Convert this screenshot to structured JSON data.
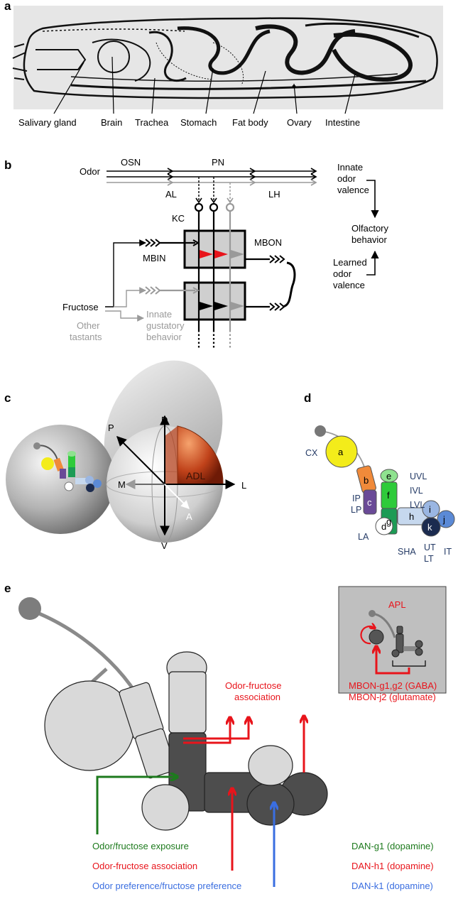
{
  "panels": {
    "a": {
      "letter": "a",
      "organs": [
        "Salivary gland",
        "Brain",
        "Trachea",
        "Stomach",
        "Fat body",
        "Ovary",
        "Intestine"
      ]
    },
    "b": {
      "letter": "b",
      "odor": "Odor",
      "osn": "OSN",
      "pn": "PN",
      "al": "AL",
      "lh": "LH",
      "kc": "KC",
      "mbin": "MBIN",
      "mbon": "MBON",
      "innate_valence": [
        "Innate",
        "odor",
        "valence"
      ],
      "olfactory_behavior": [
        "Olfactory",
        "behavior"
      ],
      "learned_valence": [
        "Learned",
        "odor",
        "valence"
      ],
      "fructose": "Fructose",
      "other_tastants": [
        "Other",
        "tastants"
      ],
      "innate_gustatory": [
        "Innate",
        "gustatory",
        "behavior"
      ]
    },
    "c": {
      "letter": "c",
      "axes": {
        "d": "D",
        "v": "V",
        "p": "P",
        "a": "A",
        "m": "M",
        "l": "L"
      },
      "adl": "ADL"
    },
    "d": {
      "letter": "d",
      "compartments": [
        "a",
        "b",
        "c",
        "d",
        "e",
        "f",
        "g",
        "h",
        "i",
        "j",
        "k"
      ],
      "regions": {
        "cx": "CX",
        "ip": "IP",
        "lp": "LP",
        "la": "LA",
        "uvl": "UVL",
        "ivl": "IVL",
        "lvl": "LVL",
        "sha": "SHA",
        "ut": "UT",
        "lt": "LT",
        "it": "IT"
      }
    },
    "e": {
      "letter": "e",
      "apl": "APL",
      "assoc_top": [
        "Odor-fructose",
        "association"
      ],
      "mbon_lines": [
        "MBON-g1,g2 (GABA)",
        "MBON-j2 (glutamate)"
      ],
      "exposure": "Odor/fructose exposure",
      "assoc_bottom": "Odor-fructose association",
      "preference": "Odor preference/fructose preference",
      "dan_g1": "DAN-g1 (dopamine)",
      "dan_h1": "DAN-h1 (dopamine)",
      "dan_k1": "DAN-k1 (dopamine)"
    }
  },
  "colors": {
    "red": "#e8141b",
    "green": "#1d7a1d",
    "blue": "#3a6ee0",
    "navy": "#253b66",
    "grey_text": "#9a9a9a",
    "ant_light": "#d9d9d9",
    "ant_dark": "#4d4d4d",
    "comp_a": "#f3ec1a",
    "comp_b": "#f08a3a",
    "comp_c": "#6a4a97",
    "comp_e": "#8fe28f",
    "comp_f": "#2ecb3a",
    "comp_g": "#1c9b55",
    "comp_h": "#c6d8ee",
    "comp_i": "#9ab6e2",
    "comp_j": "#5b8ad6",
    "comp_k": "#1b2b4f"
  }
}
